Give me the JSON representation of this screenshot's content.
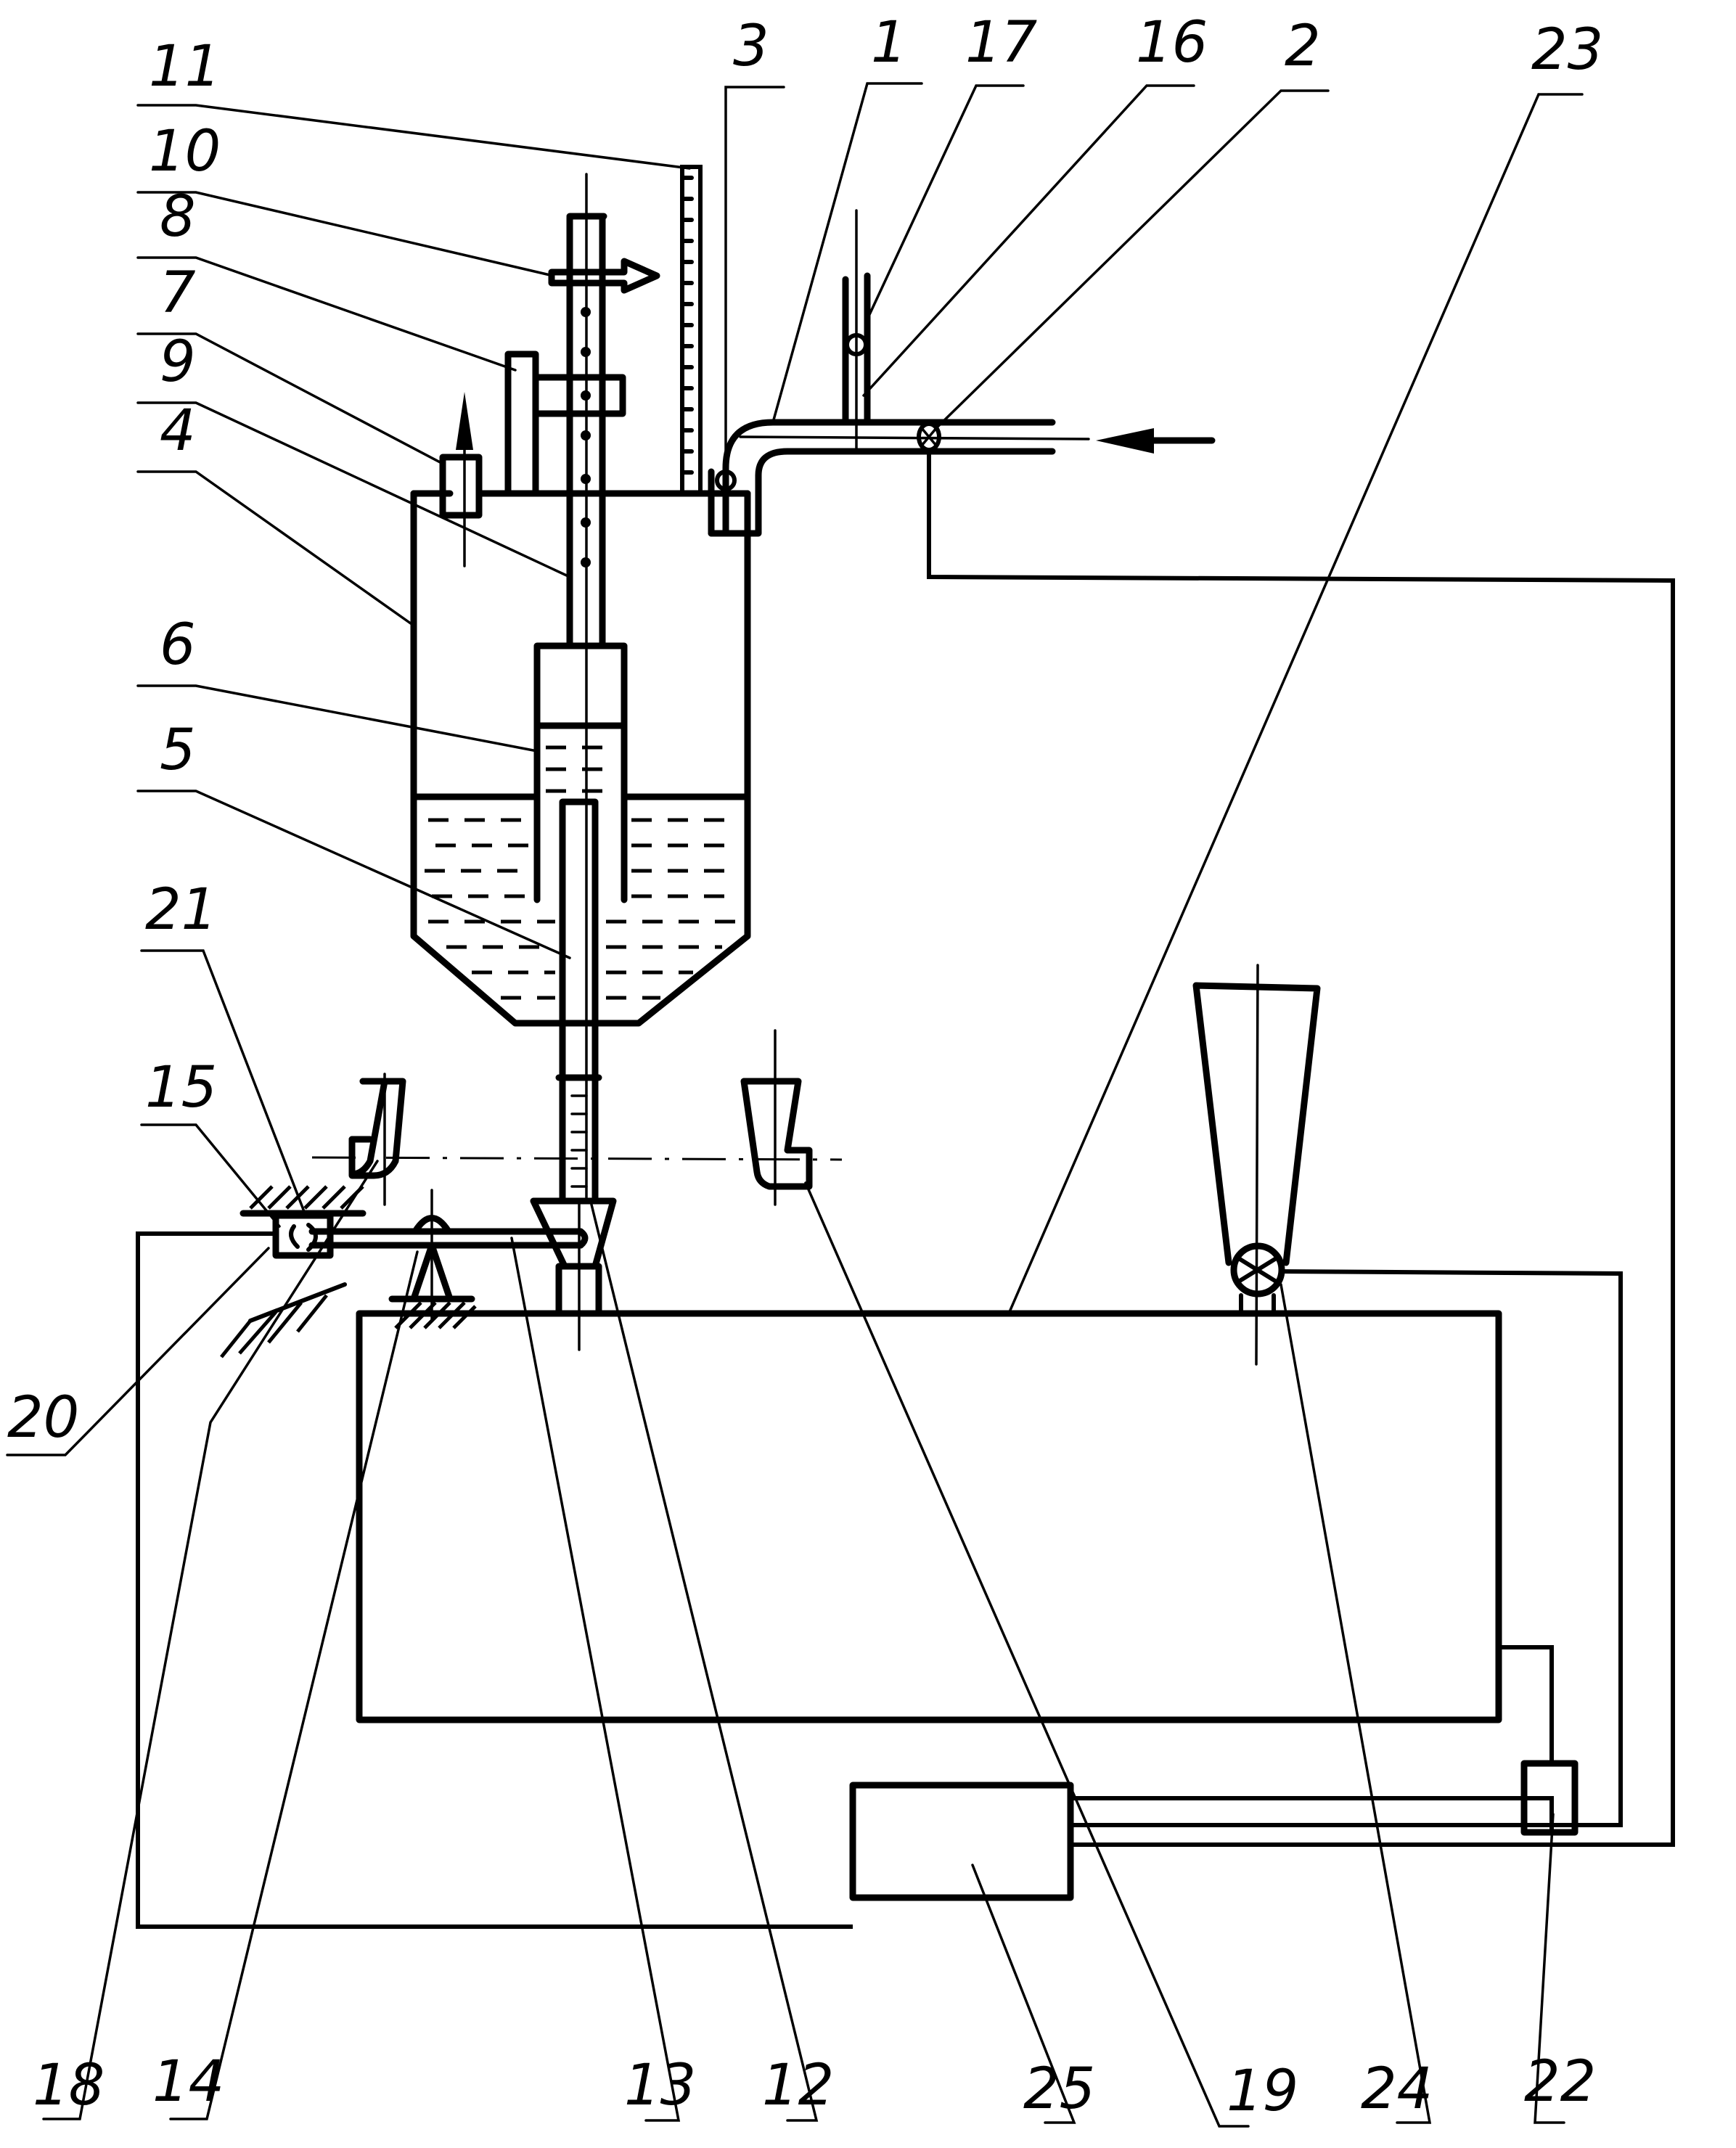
{
  "figure": {
    "type": "technical-patent-drawing",
    "description": "Apparatus schematic: hopper tank with liquid, feed pipe with valves, vertical rod with scale, forms on rotary table, control unit"
  },
  "callouts": {
    "top_row": [
      {
        "id": "1",
        "label": "1"
      },
      {
        "id": "2",
        "label": "2"
      },
      {
        "id": "3",
        "label": "3"
      },
      {
        "id": "16",
        "label": "16"
      },
      {
        "id": "17",
        "label": "17"
      },
      {
        "id": "23",
        "label": "23"
      }
    ],
    "left_column": [
      {
        "id": "11",
        "label": "11"
      },
      {
        "id": "10",
        "label": "10"
      },
      {
        "id": "8",
        "label": "8"
      },
      {
        "id": "7",
        "label": "7"
      },
      {
        "id": "9",
        "label": "9"
      },
      {
        "id": "4",
        "label": "4"
      },
      {
        "id": "6",
        "label": "6"
      },
      {
        "id": "5",
        "label": "5"
      },
      {
        "id": "21",
        "label": "21"
      },
      {
        "id": "15",
        "label": "15"
      },
      {
        "id": "20",
        "label": "20"
      }
    ],
    "bottom_row": [
      {
        "id": "18",
        "label": "18"
      },
      {
        "id": "14",
        "label": "14"
      },
      {
        "id": "13",
        "label": "13"
      },
      {
        "id": "12",
        "label": "12"
      },
      {
        "id": "25",
        "label": "25"
      },
      {
        "id": "19",
        "label": "19"
      },
      {
        "id": "24",
        "label": "24"
      },
      {
        "id": "22",
        "label": "22"
      }
    ]
  },
  "labels": {
    "l1": "1",
    "l2": "2",
    "l3": "3",
    "l4": "4",
    "l5": "5",
    "l6": "6",
    "l7": "7",
    "l8": "8",
    "l9": "9",
    "l10": "10",
    "l11": "11",
    "l12": "12",
    "l13": "13",
    "l14": "14",
    "l15": "15",
    "l16": "16",
    "l17": "17",
    "l18": "18",
    "l19": "19",
    "l20": "20",
    "l21": "21",
    "l22": "22",
    "l23": "23",
    "l24": "24",
    "l25": "25"
  },
  "colors": {
    "ink": "#000000",
    "paper": "#ffffff"
  }
}
